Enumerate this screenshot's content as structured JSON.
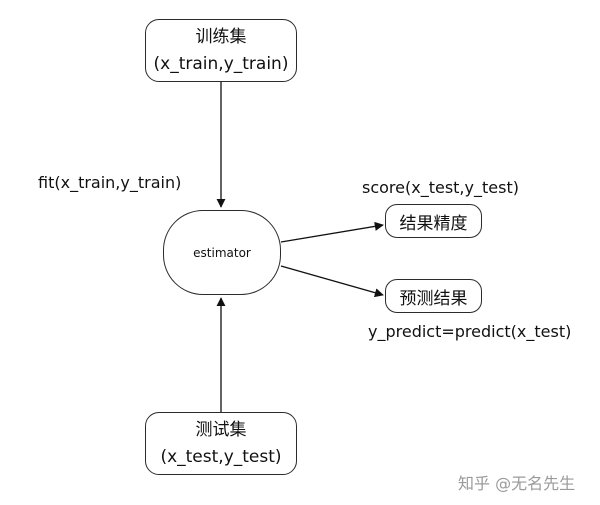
{
  "nodes": {
    "train": {
      "title": "训练集",
      "subtitle": "(x_train,y_train)"
    },
    "estimator": {
      "label": "estimator"
    },
    "test": {
      "title": "测试集",
      "subtitle": "(x_test,y_test)"
    },
    "accuracy": {
      "label": "结果精度"
    },
    "prediction": {
      "label": "预测结果"
    }
  },
  "edges": {
    "fit": "fit(x_train,y_train)",
    "score": "score(x_test,y_test)",
    "predict": "y_predict=predict(x_test)"
  },
  "watermark": "知乎 @无名先生",
  "colors": {
    "stroke": "#2b2b2b",
    "text": "#111111",
    "watermark": "#9a9a9a"
  }
}
